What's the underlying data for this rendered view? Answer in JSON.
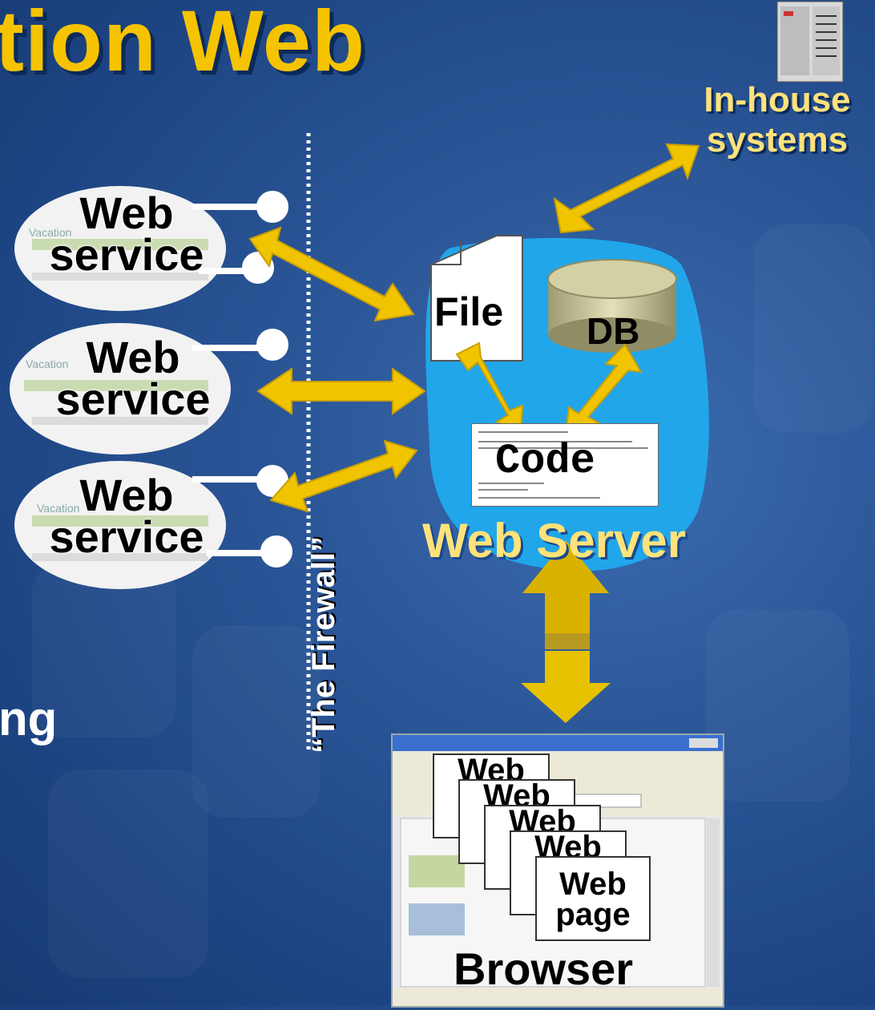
{
  "title": "tion Web",
  "in_house_label": "In-house systems",
  "in_house_lines": [
    "In-house",
    "systems"
  ],
  "web_services": [
    {
      "line1": "Web",
      "line2": "service",
      "snippet_text": "Vacation"
    },
    {
      "line1": "Web",
      "line2": "service",
      "snippet_text": "Vacation"
    },
    {
      "line1": "Web",
      "line2": "service",
      "snippet_text": "Vacation"
    }
  ],
  "firewall_label": "“The Firewall”",
  "server": {
    "file": "File",
    "db": "DB",
    "code": "Code",
    "label": "Web Server"
  },
  "browser": {
    "label": "Browser",
    "page_stack": [
      "Web",
      "Web",
      "Web",
      "Web"
    ],
    "front_page": [
      "Web",
      "page"
    ]
  },
  "left_text": "ng",
  "colors": {
    "background": "#2a5596",
    "title": "#f5c300",
    "label_yellow": "#ffe27a",
    "arrow": "#f0c400",
    "server_blob": "#21a6ea"
  }
}
